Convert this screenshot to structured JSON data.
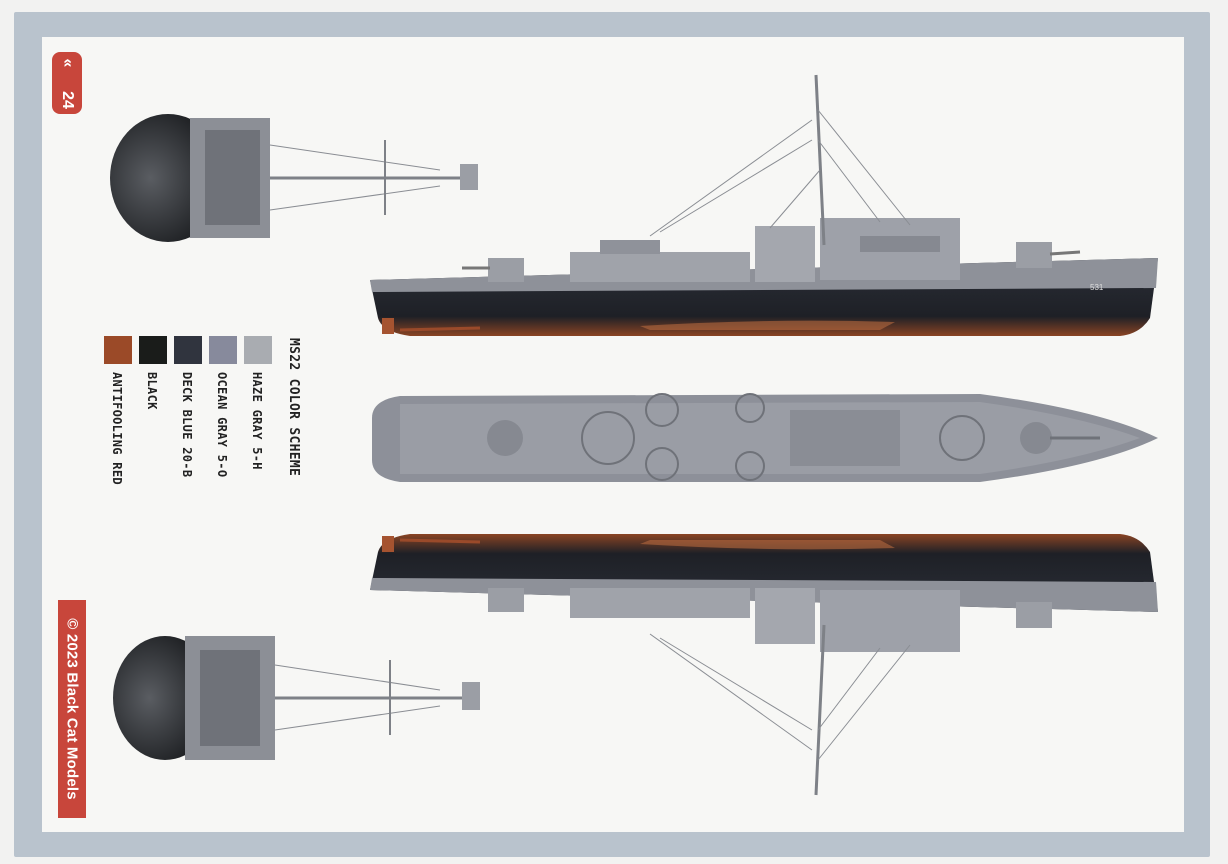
{
  "page": {
    "number": "24",
    "nav_icon": "double-chevron-icon"
  },
  "legend": {
    "title": "MS22 COLOR SCHEME",
    "colors": [
      {
        "label": "HAZE GRAY 5-H",
        "hex": "#a9acb1"
      },
      {
        "label": "OCEAN GRAY 5-O",
        "hex": "#878a9c"
      },
      {
        "label": "DECK BLUE 20-B",
        "hex": "#30343e"
      },
      {
        "label": "BLACK",
        "hex": "#1a1c1a"
      },
      {
        "label": "ANTIFOOLING RED",
        "hex": "#9b4a28"
      }
    ]
  },
  "ship": {
    "hull_number": "531"
  },
  "copyright": "© 2023 Black Cat Models"
}
